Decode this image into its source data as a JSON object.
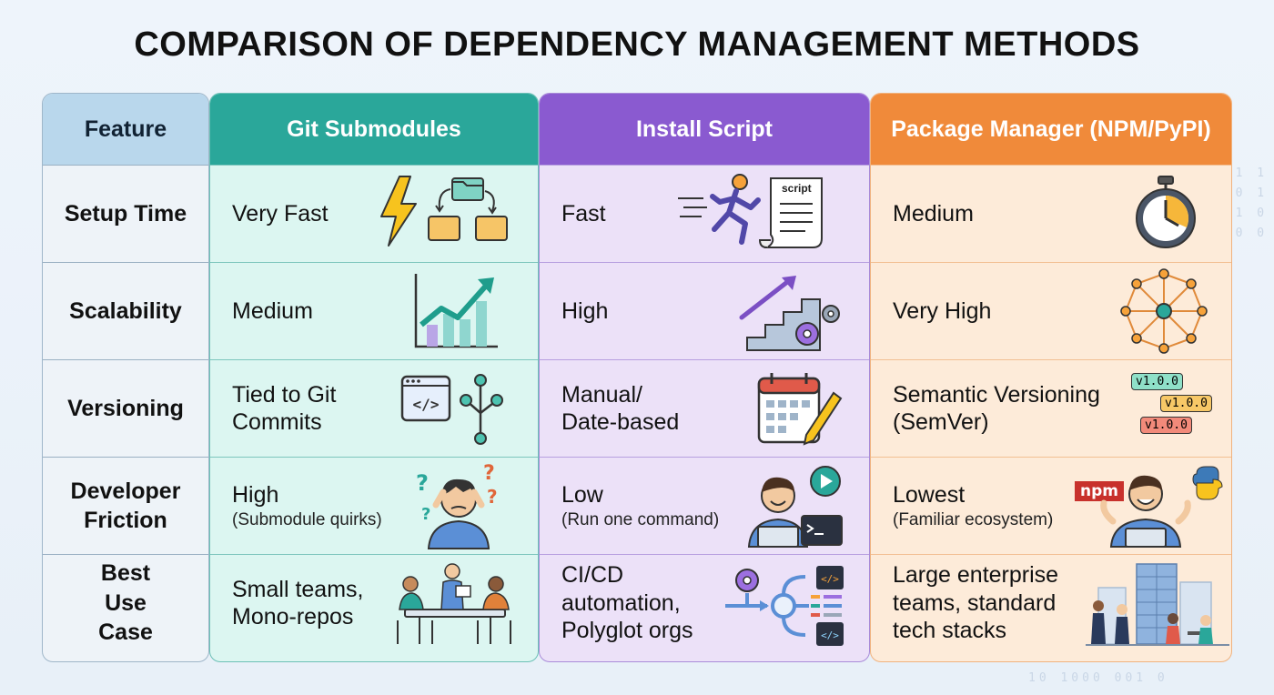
{
  "title": "COMPARISON OF DEPENDENCY MANAGEMENT METHODS",
  "headers": {
    "feature": "Feature",
    "git": "Git Submodules",
    "install": "Install Script",
    "pkg": "Package Manager (NPM/PyPI)"
  },
  "features": [
    "Setup Time",
    "Scalability",
    "Versioning",
    "Developer Friction",
    "Best Use Case"
  ],
  "git": [
    {
      "main": "Very Fast",
      "icon": "lightning-folders-icon"
    },
    {
      "main": "Medium",
      "icon": "growth-chart-icon"
    },
    {
      "main": "Tied to Git Commits",
      "icon": "code-branch-icon"
    },
    {
      "main": "High",
      "sub": "(Submodule quirks)",
      "icon": "confused-developer-icon"
    },
    {
      "main": "Small teams, Mono-repos",
      "icon": "team-meeting-icon"
    }
  ],
  "install": [
    {
      "main": "Fast",
      "icon": "running-script-icon",
      "icon_label": "script"
    },
    {
      "main": "High",
      "icon": "stairs-gears-icon"
    },
    {
      "main": "Manual/ Date-based",
      "icon": "calendar-pencil-icon"
    },
    {
      "main": "Low",
      "sub": "(Run one command)",
      "icon": "happy-developer-terminal-icon"
    },
    {
      "main": "CI/CD automation, Polyglot orgs",
      "icon": "pipeline-icon"
    }
  ],
  "pkg": [
    {
      "main": "Medium",
      "icon": "stopwatch-icon"
    },
    {
      "main": "Very High",
      "icon": "network-graph-icon"
    },
    {
      "main": "Semantic Versioning (SemVer)",
      "icon": "version-tags-icon",
      "tags": [
        "v1.0.0",
        "v1.0.0",
        "v1.0.0"
      ]
    },
    {
      "main": "Lowest",
      "sub": "(Familiar ecosystem)",
      "icon": "npm-python-developer-icon",
      "icon_label": "npm"
    },
    {
      "main": "Large enterprise teams, standard tech stacks",
      "icon": "enterprise-buildings-icon"
    }
  ],
  "colors": {
    "git": "#2aa79a",
    "install": "#8a5ad0",
    "pkg": "#f08a3a",
    "feature": "#b9d7ec"
  }
}
